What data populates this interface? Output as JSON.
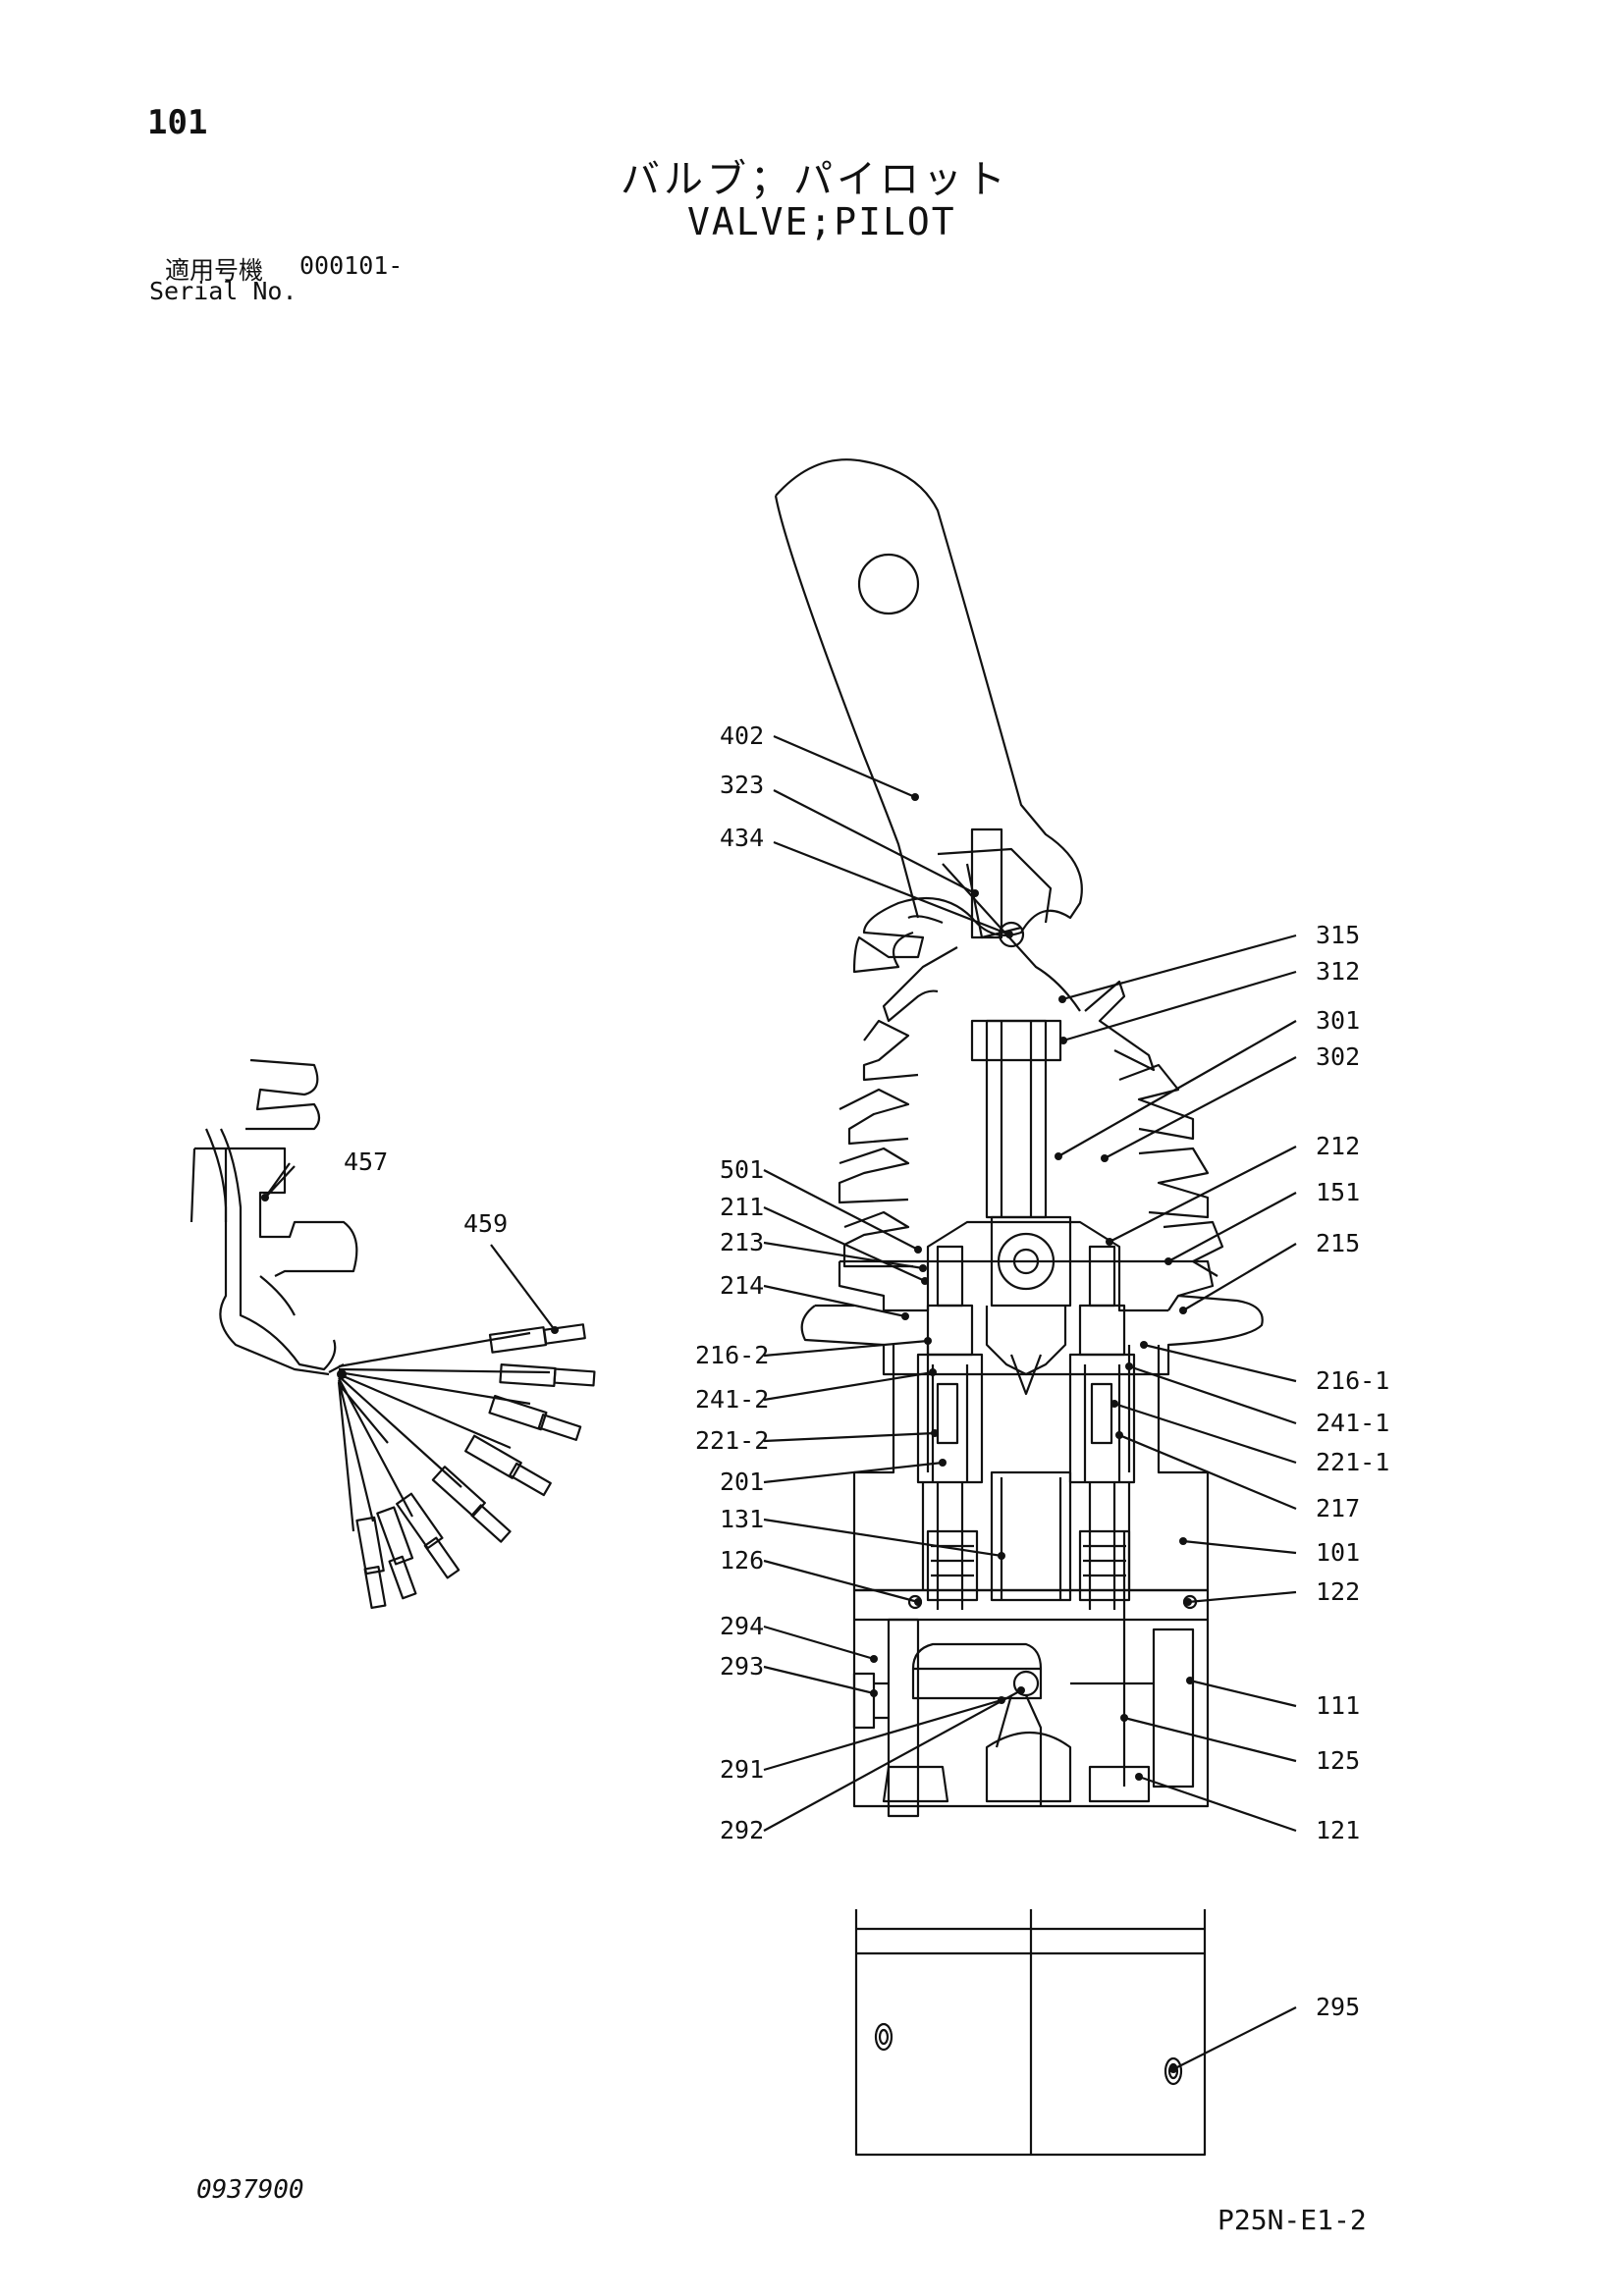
{
  "header": {
    "page_number": "101",
    "title_jp": "バルブ；パイロット",
    "title_en": "VALVE;PILOT",
    "serial_label_jp": "適用号機",
    "serial_label_en": "Serial No.",
    "serial_value": "000101-"
  },
  "footer": {
    "doc_code": "0937900",
    "sheet_ref": "P25N-E1-2"
  },
  "callouts": {
    "left": [
      "402",
      "323",
      "434",
      "501",
      "211",
      "213",
      "214",
      "216-2",
      "241-2",
      "221-2",
      "201",
      "131",
      "126",
      "294",
      "293",
      "291",
      "292"
    ],
    "right": [
      "315",
      "312",
      "301",
      "302",
      "212",
      "151",
      "215",
      "216-1",
      "241-1",
      "221-1",
      "217",
      "101",
      "122",
      "111",
      "125",
      "121",
      "295"
    ],
    "harness": [
      "457",
      "459"
    ]
  },
  "colors": {
    "ink": "#111111",
    "paper": "#ffffff"
  }
}
